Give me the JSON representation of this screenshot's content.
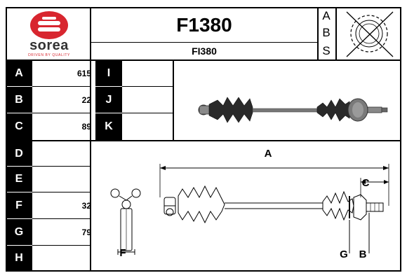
{
  "brand": {
    "name": "sorea",
    "tagline": "DRIVEN BY QUALITY",
    "color": "#d8262f"
  },
  "header": {
    "code": "F1380",
    "subcode": "FI380",
    "abs_letters": [
      "A",
      "B",
      "S"
    ]
  },
  "specs": [
    {
      "label": "A",
      "value": "615"
    },
    {
      "label": "B",
      "value": "22"
    },
    {
      "label": "C",
      "value": "89"
    },
    {
      "label": "D",
      "value": ""
    },
    {
      "label": "E",
      "value": ""
    },
    {
      "label": "F",
      "value": "32"
    },
    {
      "label": "G",
      "value": "79"
    },
    {
      "label": "H",
      "value": ""
    }
  ],
  "specs2": [
    {
      "label": "I",
      "value": ""
    },
    {
      "label": "J",
      "value": ""
    },
    {
      "label": "K",
      "value": ""
    }
  ],
  "diagram": {
    "dim_a": "A",
    "dim_b": "B",
    "dim_c": "C",
    "dim_f": "F",
    "dim_g": "G"
  }
}
